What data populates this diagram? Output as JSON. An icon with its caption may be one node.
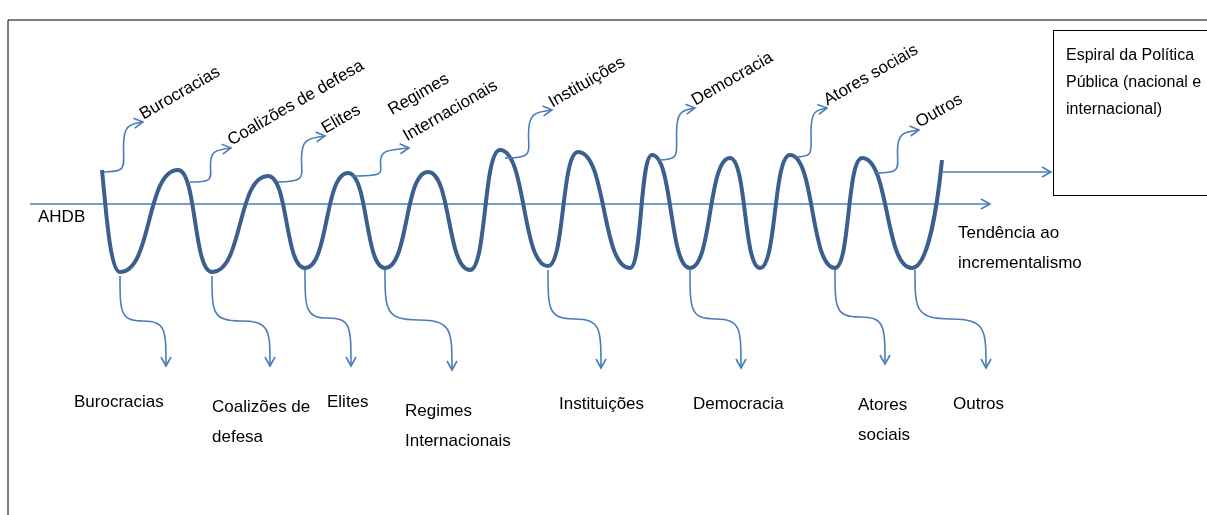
{
  "diagram": {
    "nodes": [
      {
        "text": [],
        "shape": "picture"
      },
      {
        "text": [
          "Burocracias"
        ]
      },
      {
        "text": [
          "Coalizões de defesa"
        ]
      },
      {
        "text": [
          "Elites"
        ]
      },
      {
        "text": [
          "Regimes Internacionais"
        ]
      },
      {
        "text": [
          "Instituições"
        ]
      },
      {
        "text": [
          "Democracia"
        ]
      },
      {
        "text": [
          "Atores sociais"
        ]
      },
      {
        "text": [
          "Outros"
        ]
      },
      {
        "text": [
          "Espiral da Política Pública (nacional e internacional)"
        ]
      },
      {
        "text": [
          "Burocracias"
        ]
      },
      {
        "text": [
          "Coalizões de defesa"
        ]
      },
      {
        "text": [
          "Elites"
        ]
      },
      {
        "text": [
          "Regimes Internacionais"
        ]
      },
      {
        "text": [
          "Instituições"
        ]
      },
      {
        "text": [
          "Democracia"
        ]
      },
      {
        "text": [
          "Atores sociais"
        ]
      },
      {
        "text": [
          "Outros"
        ]
      }
    ],
    "edges": [
      {
        "from": 0,
        "to": 1,
        "arrow": "to"
      },
      {
        "from": 0,
        "to": 2,
        "arrow": "to"
      },
      {
        "from": 0,
        "to": 3,
        "arrow": "to"
      },
      {
        "from": 0,
        "to": 4,
        "arrow": "to"
      },
      {
        "from": 0,
        "to": 5,
        "arrow": "to"
      },
      {
        "from": 0,
        "to": 6,
        "arrow": "to"
      },
      {
        "from": 0,
        "to": 7,
        "arrow": "to"
      },
      {
        "from": 0,
        "to": 8,
        "arrow": "to"
      },
      {
        "from": 0,
        "to": 9,
        "arrow": "to"
      },
      {
        "from": 0,
        "to": 10,
        "arrow": "to"
      },
      {
        "from": 0,
        "to": 11,
        "arrow": "to"
      },
      {
        "from": 0,
        "to": 12,
        "arrow": "to"
      },
      {
        "from": 0,
        "to": 13,
        "arrow": "to"
      },
      {
        "from": 0,
        "to": 14,
        "arrow": "to"
      },
      {
        "from": 0,
        "to": 15,
        "arrow": "to"
      },
      {
        "from": 0,
        "to": 16,
        "arrow": "to"
      },
      {
        "from": 0,
        "to": 17,
        "arrow": "to"
      }
    ],
    "labels": [
      "AHDB",
      "Tendência ao incrementalismo"
    ]
  }
}
